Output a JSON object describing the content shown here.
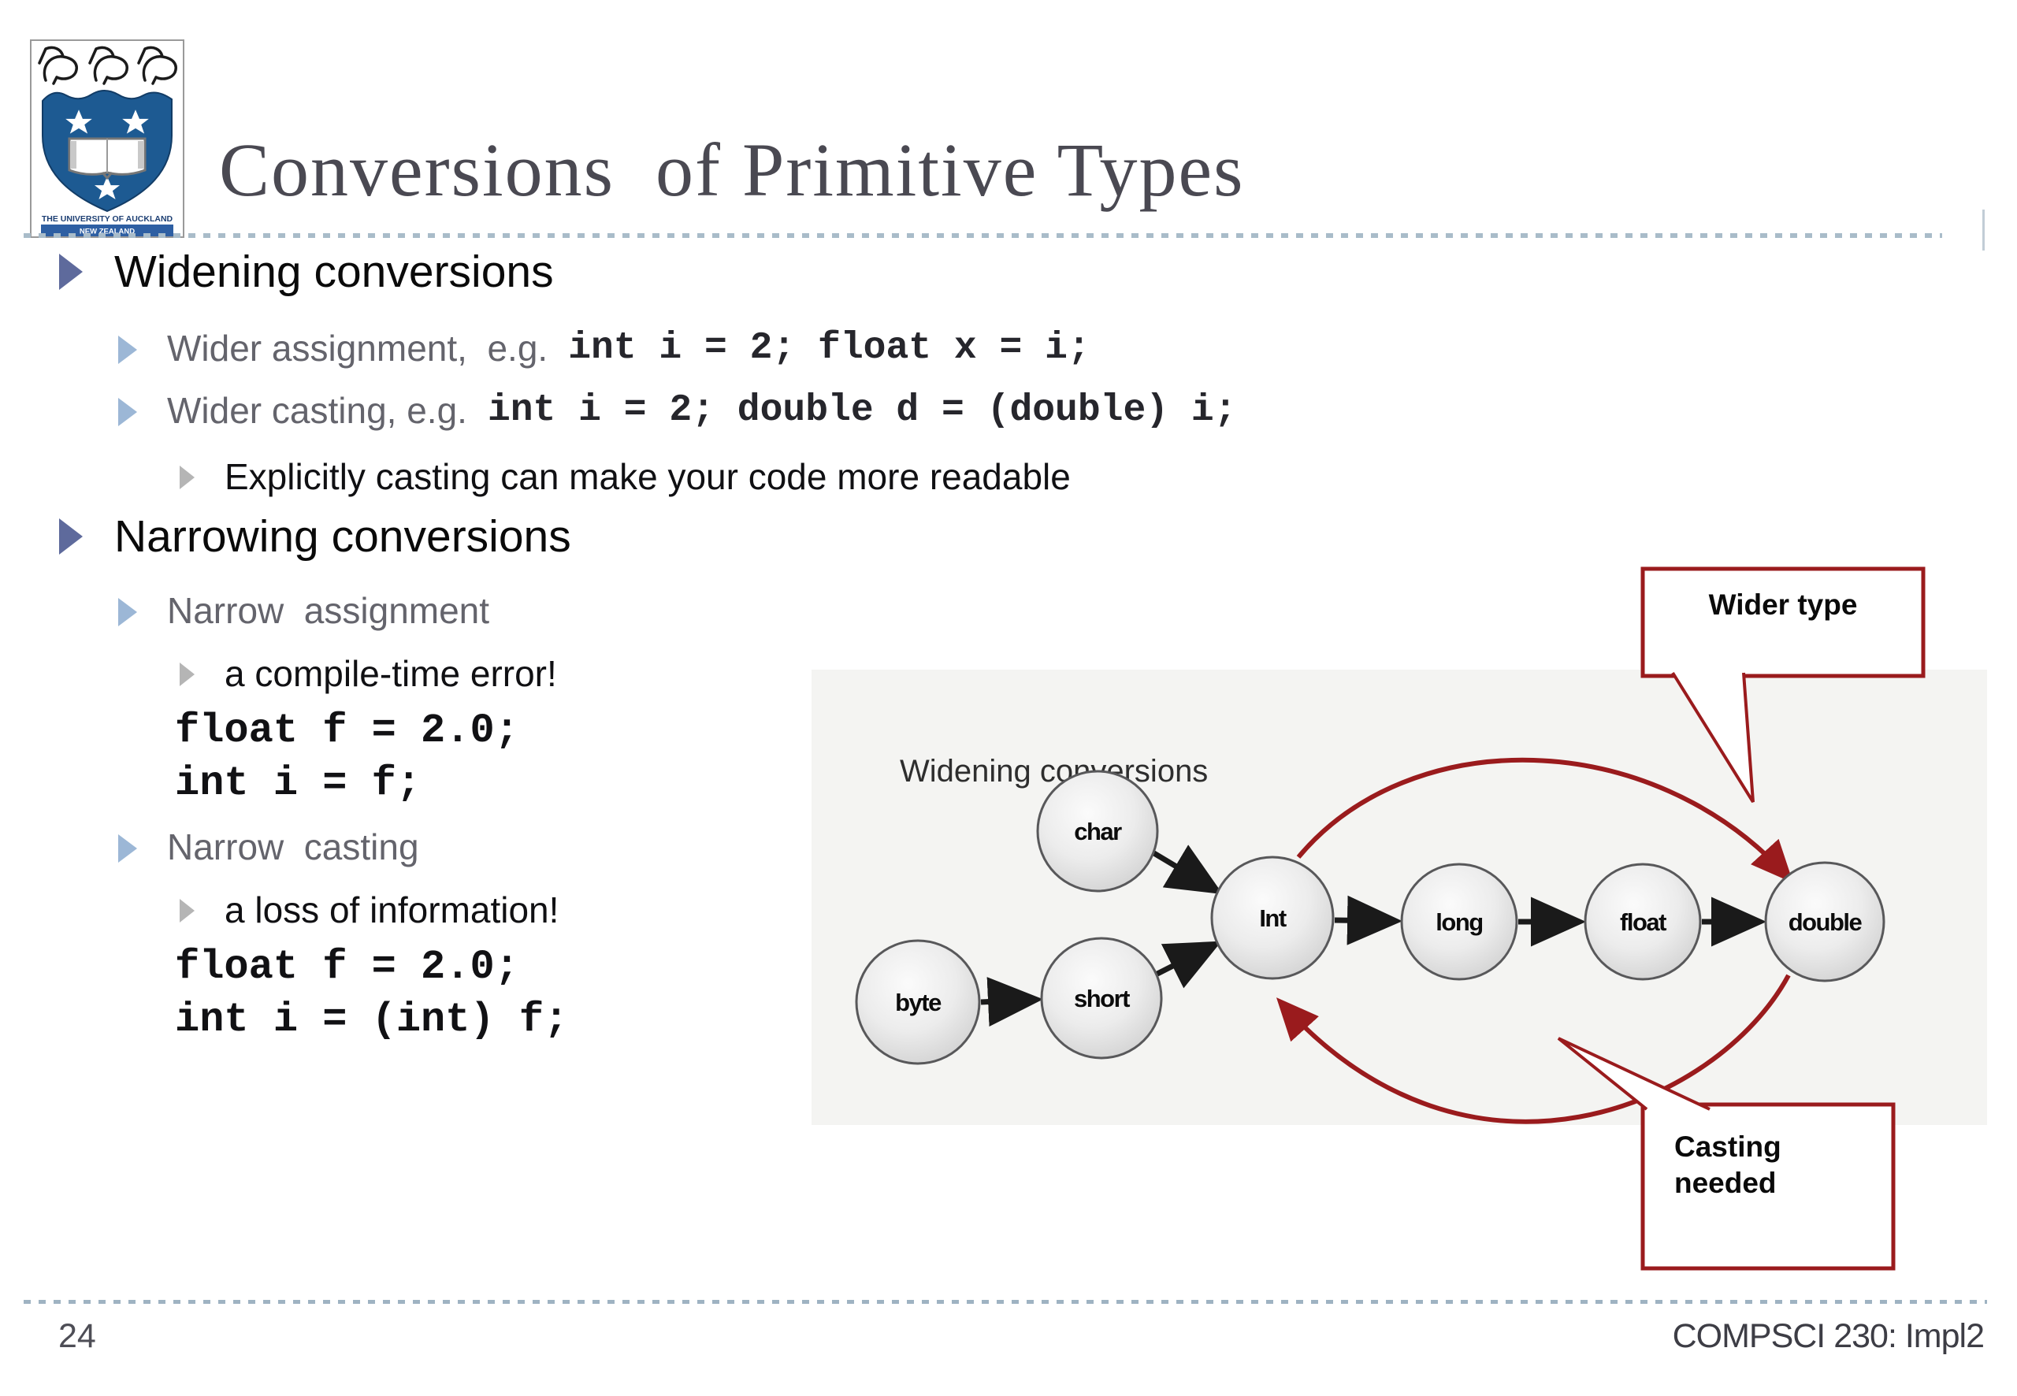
{
  "slide": {
    "title": "Conversions  of Primitive Types",
    "page_number": "24",
    "footer": "COMPSCI 230: Impl2"
  },
  "logo": {
    "institution": "THE UNIVERSITY OF AUCKLAND",
    "country": "NEW ZEALAND"
  },
  "bullets": {
    "widening_header": "Widening conversions",
    "wider_assignment_label": "Wider assignment,  e.g.",
    "wider_assignment_code": "int i = 2; float x = i;",
    "wider_casting_label": "Wider casting, e.g.",
    "wider_casting_code": "int i = 2; double d = (double) i;",
    "explicit_note": "Explicitly casting can make your code more readable",
    "narrowing_header": "Narrowing conversions",
    "narrow_assignment_label": "Narrow  assignment",
    "compile_error_note": "a compile-time error!",
    "narrow_assignment_code_1": "float f = 2.0;",
    "narrow_assignment_code_2": "int i = f;",
    "narrow_casting_label": "Narrow  casting",
    "loss_note": "a loss of information!",
    "narrow_casting_code_1": "float f = 2.0;",
    "narrow_casting_code_2": "int i = (int) f;"
  },
  "diagram": {
    "label": "Widening conversions",
    "nodes": [
      "char",
      "byte",
      "short",
      "Int",
      "long",
      "float",
      "double"
    ],
    "callout_wider": "Wider type",
    "callout_casting_1": "Casting",
    "callout_casting_2": "needed"
  },
  "colors": {
    "accent_red": "#9a1b1d",
    "title_gray": "#4a4952",
    "bullet_l1": "#5e6a9c",
    "bullet_l2": "#9cb7d6",
    "bullet_l3": "#b5b5b5",
    "node_border": "#58585a",
    "divider_blue_gray": "#a9bcc9",
    "shield_blue": "#1d5a92"
  }
}
